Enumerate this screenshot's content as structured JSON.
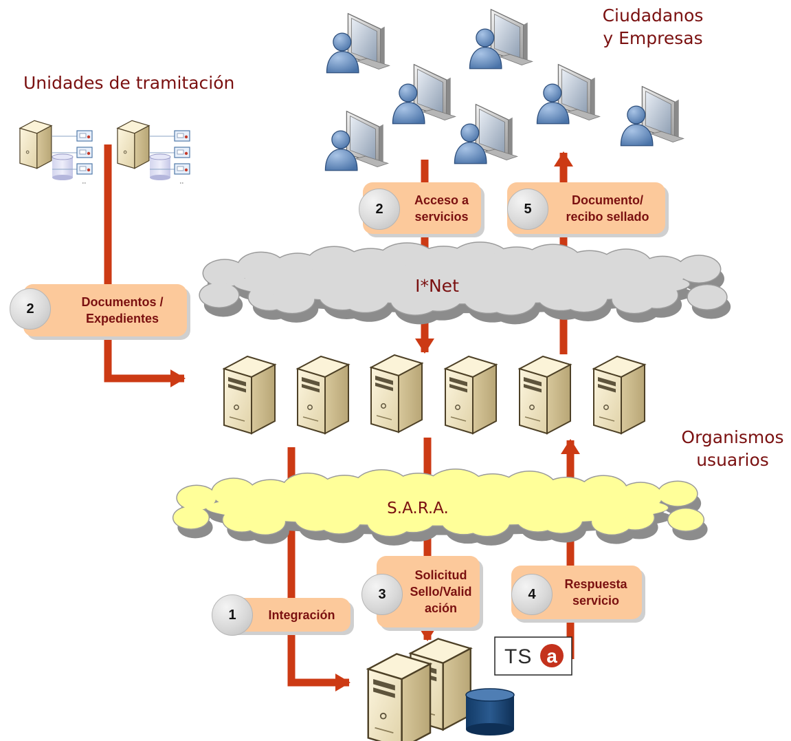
{
  "headings": {
    "ciudadanos": [
      "Ciudadanos",
      "y Empresas"
    ],
    "unidades": "Unidades de tramitación",
    "organismos": [
      "Organismos",
      "usuarios"
    ]
  },
  "clouds": {
    "inet": "I*Net",
    "sara": "S.A.R.A."
  },
  "steps": {
    "acceso": {
      "number": "2",
      "lines": [
        "Acceso a",
        "servicios"
      ]
    },
    "documento": {
      "number": "5",
      "lines": [
        "Documento/",
        "recibo sellado"
      ]
    },
    "documentos": {
      "number": "2",
      "lines": [
        "Documentos /",
        "Expedientes"
      ]
    },
    "integracion": {
      "number": "1",
      "lines": [
        "Integración"
      ]
    },
    "solicitud": {
      "number": "3",
      "lines": [
        "Solicitud",
        "Sello/Valid",
        "ación"
      ]
    },
    "respuesta": {
      "number": "4",
      "lines": [
        "Respuesta",
        "servicio"
      ]
    }
  },
  "tsa_logo": {
    "text": "TSa"
  },
  "icons": {
    "user": "user-at-computer-icon",
    "server": "server-tower-icon",
    "database": "database-icon",
    "cloud": "network-cloud-icon"
  },
  "colors": {
    "heading": "#7a1010",
    "arrow": "#cc3a14",
    "step_box": "#fcc99b",
    "step_text": "#7a1010",
    "inet_cloud": "#d9d9d9",
    "sara_cloud": "#ffff99"
  }
}
